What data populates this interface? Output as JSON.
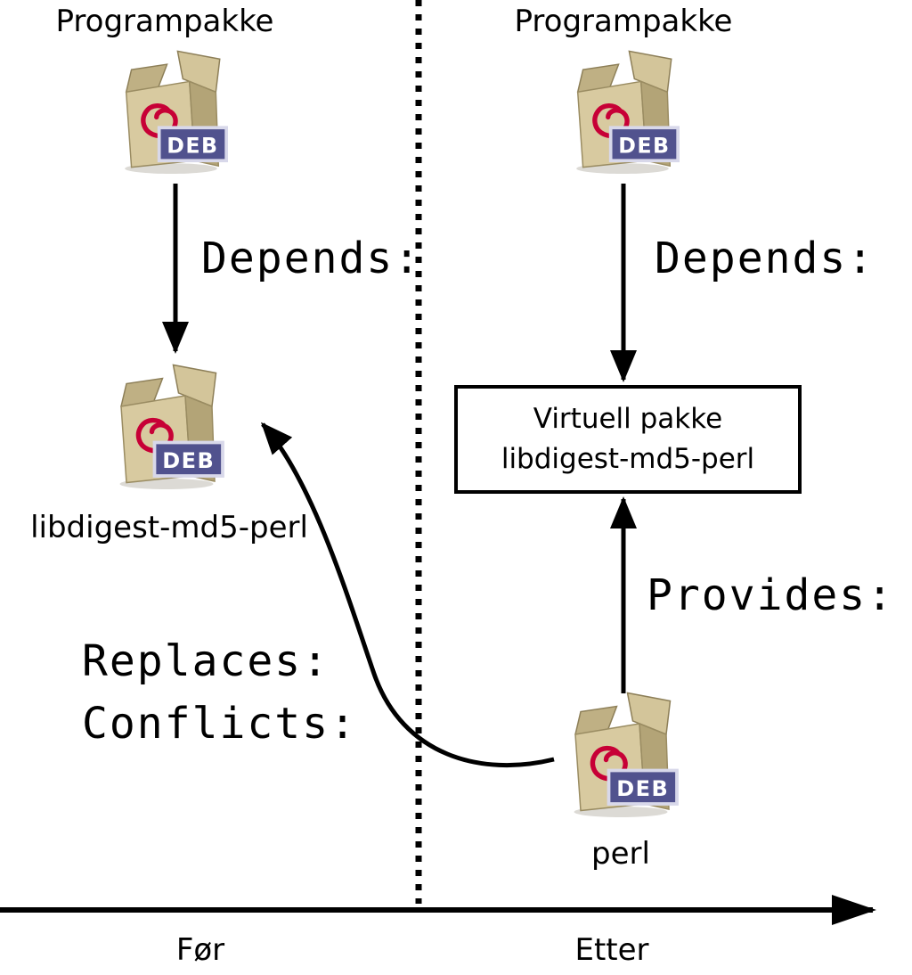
{
  "left": {
    "program_label": "Programpakke",
    "depends_label": "Depends:",
    "package_name": "libdigest-md5-perl",
    "replaces_label": "Replaces:",
    "conflicts_label": "Conflicts:"
  },
  "right": {
    "program_label": "Programpakke",
    "depends_label": "Depends:",
    "virtual_box": {
      "line1": "Virtuell pakke",
      "line2": "libdigest-md5-perl"
    },
    "provides_label": "Provides:",
    "package_name": "perl"
  },
  "timeline": {
    "before_label": "Før",
    "after_label": "Etter"
  },
  "package_icon": {
    "badge_label": "DEB"
  },
  "colors": {
    "arrow": "#000000",
    "swirl_red": "#c70036",
    "box_tan": "#d8caa0",
    "box_side": "#b3a477",
    "badge_bg": "#51528e",
    "badge_border": "#d8d8ea"
  }
}
